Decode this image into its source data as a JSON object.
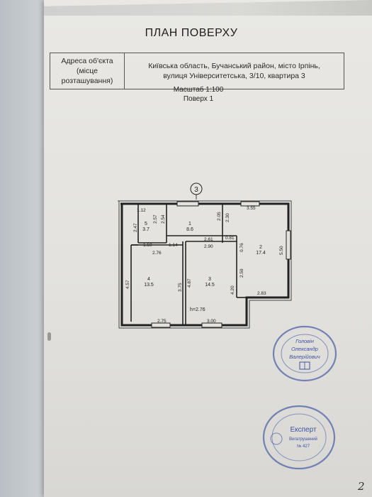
{
  "document": {
    "title": "ПЛАН ПОВЕРХУ",
    "address_label": "Адреса об'єкта (місце розташування)",
    "address_line1": "Київська область, Бучанський район, місто Ірпінь,",
    "address_line2": "вулиця Університетська, 3/10, квартира 3",
    "scale": "Масштаб 1:100",
    "floor": "Поверх 1",
    "page_number": "2"
  },
  "plan": {
    "axis_label": "3",
    "ceiling_height": "h=2.76",
    "rooms": [
      {
        "number": "1",
        "area": "8.6"
      },
      {
        "number": "2",
        "area": "17.4"
      },
      {
        "number": "3",
        "area": "14.5"
      },
      {
        "number": "4",
        "area": "13.5"
      },
      {
        "number": "5",
        "area": "3.7"
      }
    ],
    "dimensions": [
      "1.12",
      "2.57",
      "2.54",
      "2.47",
      "2.05",
      "2.30",
      "3.55",
      "2.61",
      "0.81",
      "2.90",
      "1.50",
      "1.14",
      "2.76",
      "0.76",
      "5.50",
      "4.57",
      "3.75",
      "4.87",
      "4.20",
      "2.59",
      "2.83",
      "2.75",
      "3.00"
    ]
  },
  "stamps": {
    "seal1_name": "Головін",
    "seal1_line2": "Олександр",
    "seal1_line3": "Валерійович",
    "seal2_title": "Експерт",
    "seal2_sub": "Вигатрушений",
    "seal2_no": "№ 427"
  }
}
